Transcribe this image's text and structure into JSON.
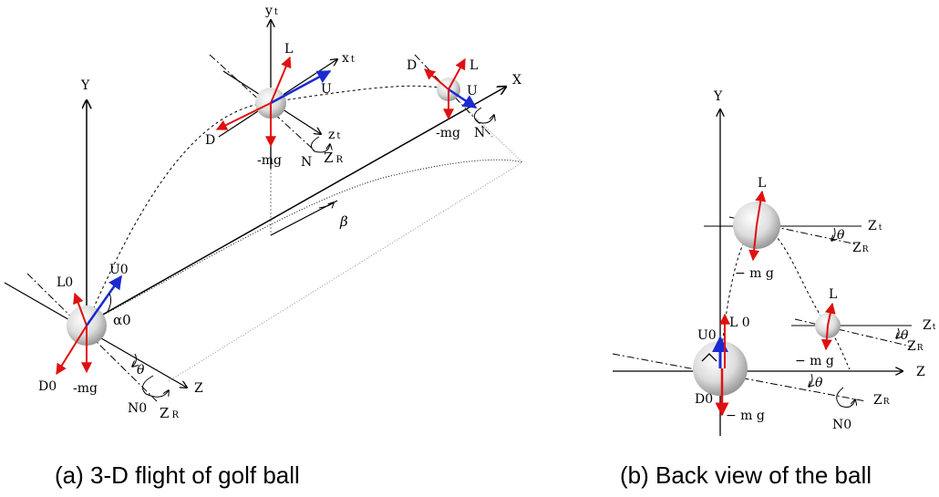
{
  "colors": {
    "force": "#e01010",
    "velocity": "#1a2ad0",
    "axis": "#000000",
    "ball": "#d8d8d8"
  },
  "panel_a": {
    "caption": "(a) 3-D flight of golf ball",
    "axes": {
      "y": "Y",
      "x": "X",
      "z": "Z",
      "zr": "Z",
      "zr_sub": "R",
      "yt": "y",
      "yt_sub": "t",
      "xt": "x",
      "xt_sub": "t",
      "zt": "z",
      "zt_sub": "t",
      "zr2": "Z",
      "zr2_sub": "R"
    },
    "start": {
      "lift": "L0",
      "drag": "D0",
      "weight": "-mg",
      "velocity": "U0",
      "spin": "N0",
      "launch": "α0",
      "theta": "θ"
    },
    "apex": {
      "lift": "L",
      "drag": "D",
      "weight": "-mg",
      "velocity": "U",
      "spin": "N"
    },
    "end": {
      "lift": "L",
      "drag": "D",
      "weight": "-mg",
      "velocity": "U",
      "spin": "N"
    },
    "beta": "β"
  },
  "panel_b": {
    "caption": "(b) Back view of the ball",
    "axes": {
      "y": "Y",
      "z": "Z",
      "zr": "Z",
      "zr_sub": "R",
      "zt": "Z",
      "zt_sub": "t"
    },
    "top": {
      "lift": "L",
      "weight": "− m g",
      "theta": "θ"
    },
    "mid": {
      "lift": "L",
      "weight": "− m g",
      "theta": "θ"
    },
    "bottom": {
      "lift": "L 0",
      "drag": "D0",
      "weight": "− m g",
      "velocity": "U0",
      "spin": "N0",
      "theta": "θ"
    }
  }
}
